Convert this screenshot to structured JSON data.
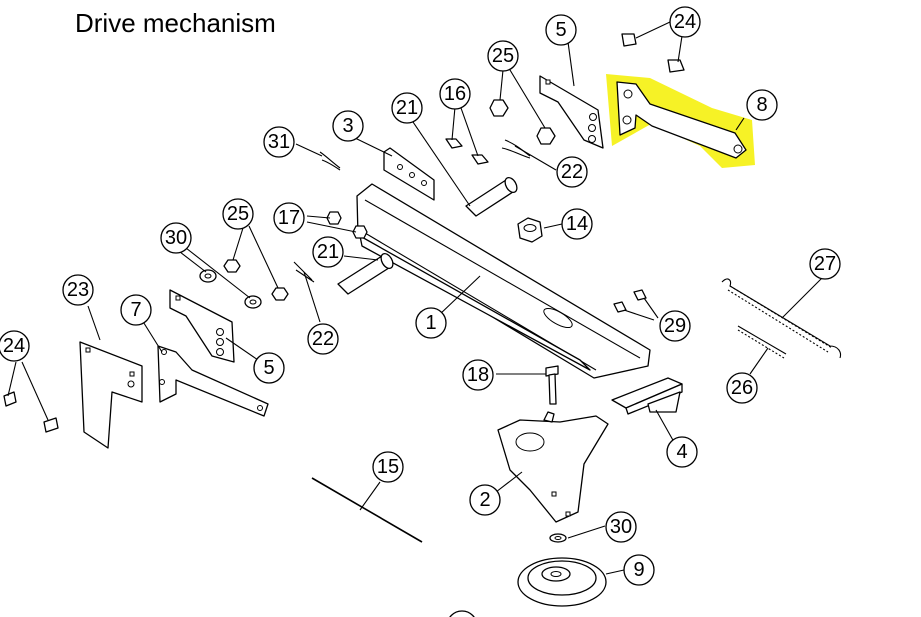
{
  "title": "Drive mechanism",
  "highlight_color": "#f4f000",
  "callouts": {
    "c1": "1",
    "c2": "2",
    "c3": "3",
    "c4": "4",
    "c5a": "5",
    "c5b": "5",
    "c7": "7",
    "c8": "8",
    "c9": "9",
    "c14": "14",
    "c15": "15",
    "c16": "16",
    "c17": "17",
    "c18": "18",
    "c21a": "21",
    "c21b": "21",
    "c22a": "22",
    "c22b": "22",
    "c23": "23",
    "c24a": "24",
    "c24b": "24",
    "c25a": "25",
    "c25b": "25",
    "c26": "26",
    "c27": "27",
    "c29": "29",
    "c30a": "30",
    "c30b": "30",
    "c31": "31"
  }
}
